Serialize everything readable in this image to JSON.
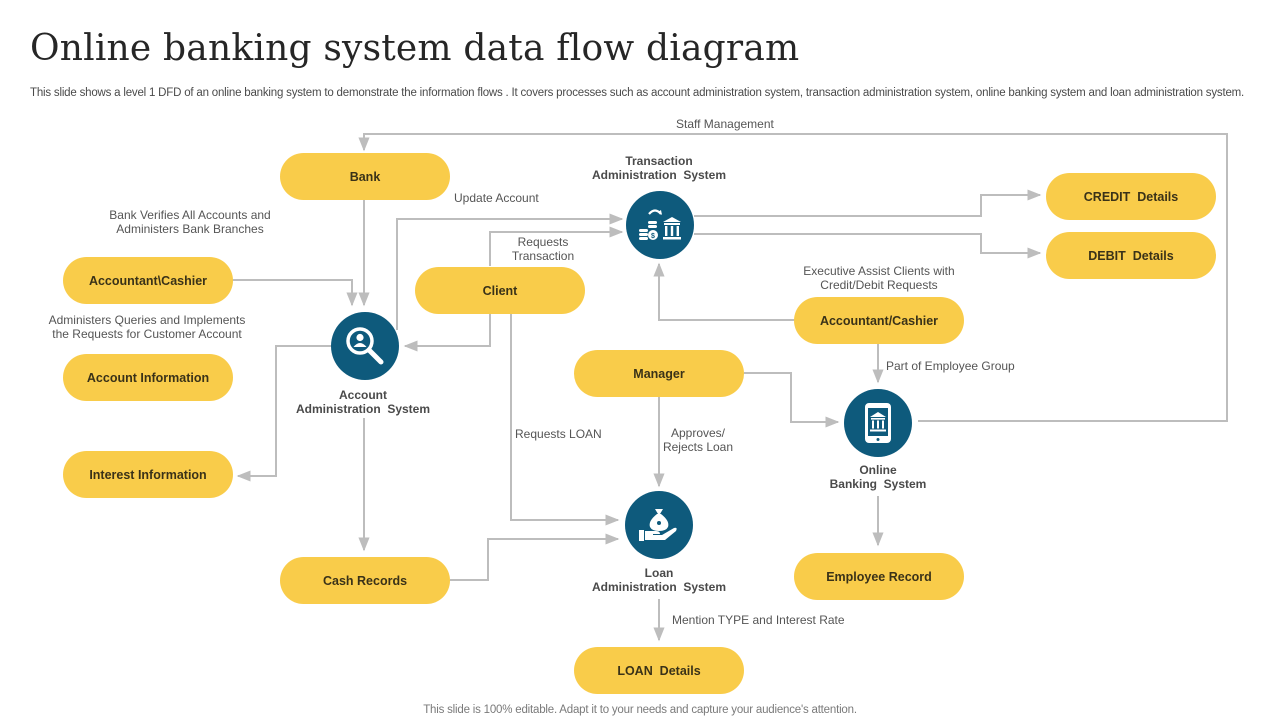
{
  "header": {
    "title": "Online banking system data flow diagram",
    "subtitle": "This slide shows a level 1 DFD of an online banking system to demonstrate the information flows . It covers processes such as account administration system, transaction administration system, online banking system and loan administration system."
  },
  "colors": {
    "entity_fill": "#f9cc4a",
    "process_fill": "#0e5a7c",
    "connector": "#bdbdbd"
  },
  "entities": {
    "bank": "Bank",
    "accountant_cashier_left": "Accountant\\Cashier",
    "account_information": "Account Information",
    "interest_information": "Interest Information",
    "cash_records": "Cash Records",
    "client": "Client",
    "manager": "Manager",
    "accountant_cashier_right": "Accountant/Cashier",
    "credit_details": "CREDIT  Details",
    "debit_details": "DEBIT  Details",
    "employee_record": "Employee Record",
    "loan_details": "LOAN  Details"
  },
  "processes": {
    "account_admin": {
      "line1": "Account",
      "line2": "Administration  System",
      "icon": "user-search-icon"
    },
    "transaction_admin": {
      "line1": "Transaction",
      "line2": "Administration  System",
      "icon": "money-transfer-bank-icon"
    },
    "loan_admin": {
      "line1": "Loan",
      "line2": "Administration  System",
      "icon": "money-bag-hand-icon"
    },
    "online_banking": {
      "line1": "Online",
      "line2": "Banking  System",
      "icon": "mobile-bank-icon"
    }
  },
  "flows": {
    "staff_management": "Staff Management",
    "update_account": "Update Account",
    "bank_verifies_1": "Bank Verifies All  Accounts and",
    "bank_verifies_2": "Administers Bank Branches",
    "administers_queries_1": "Administers Queries and Implements",
    "administers_queries_2": "the Requests for Customer Account",
    "requests_transaction_1": "Requests",
    "requests_transaction_2": "Transaction",
    "requests_loan": "Requests LOAN",
    "approves_1": "Approves/",
    "approves_2": "Rejects Loan",
    "executive_assist_1": "Executive  Assist Clients with",
    "executive_assist_2": "Credit/Debit Requests",
    "part_of_employee": "Part of Employee Group",
    "mention_type": "Mention TYPE  and Interest Rate"
  },
  "footer": "This slide is 100% editable. Adapt it to your needs and capture your audience's attention."
}
